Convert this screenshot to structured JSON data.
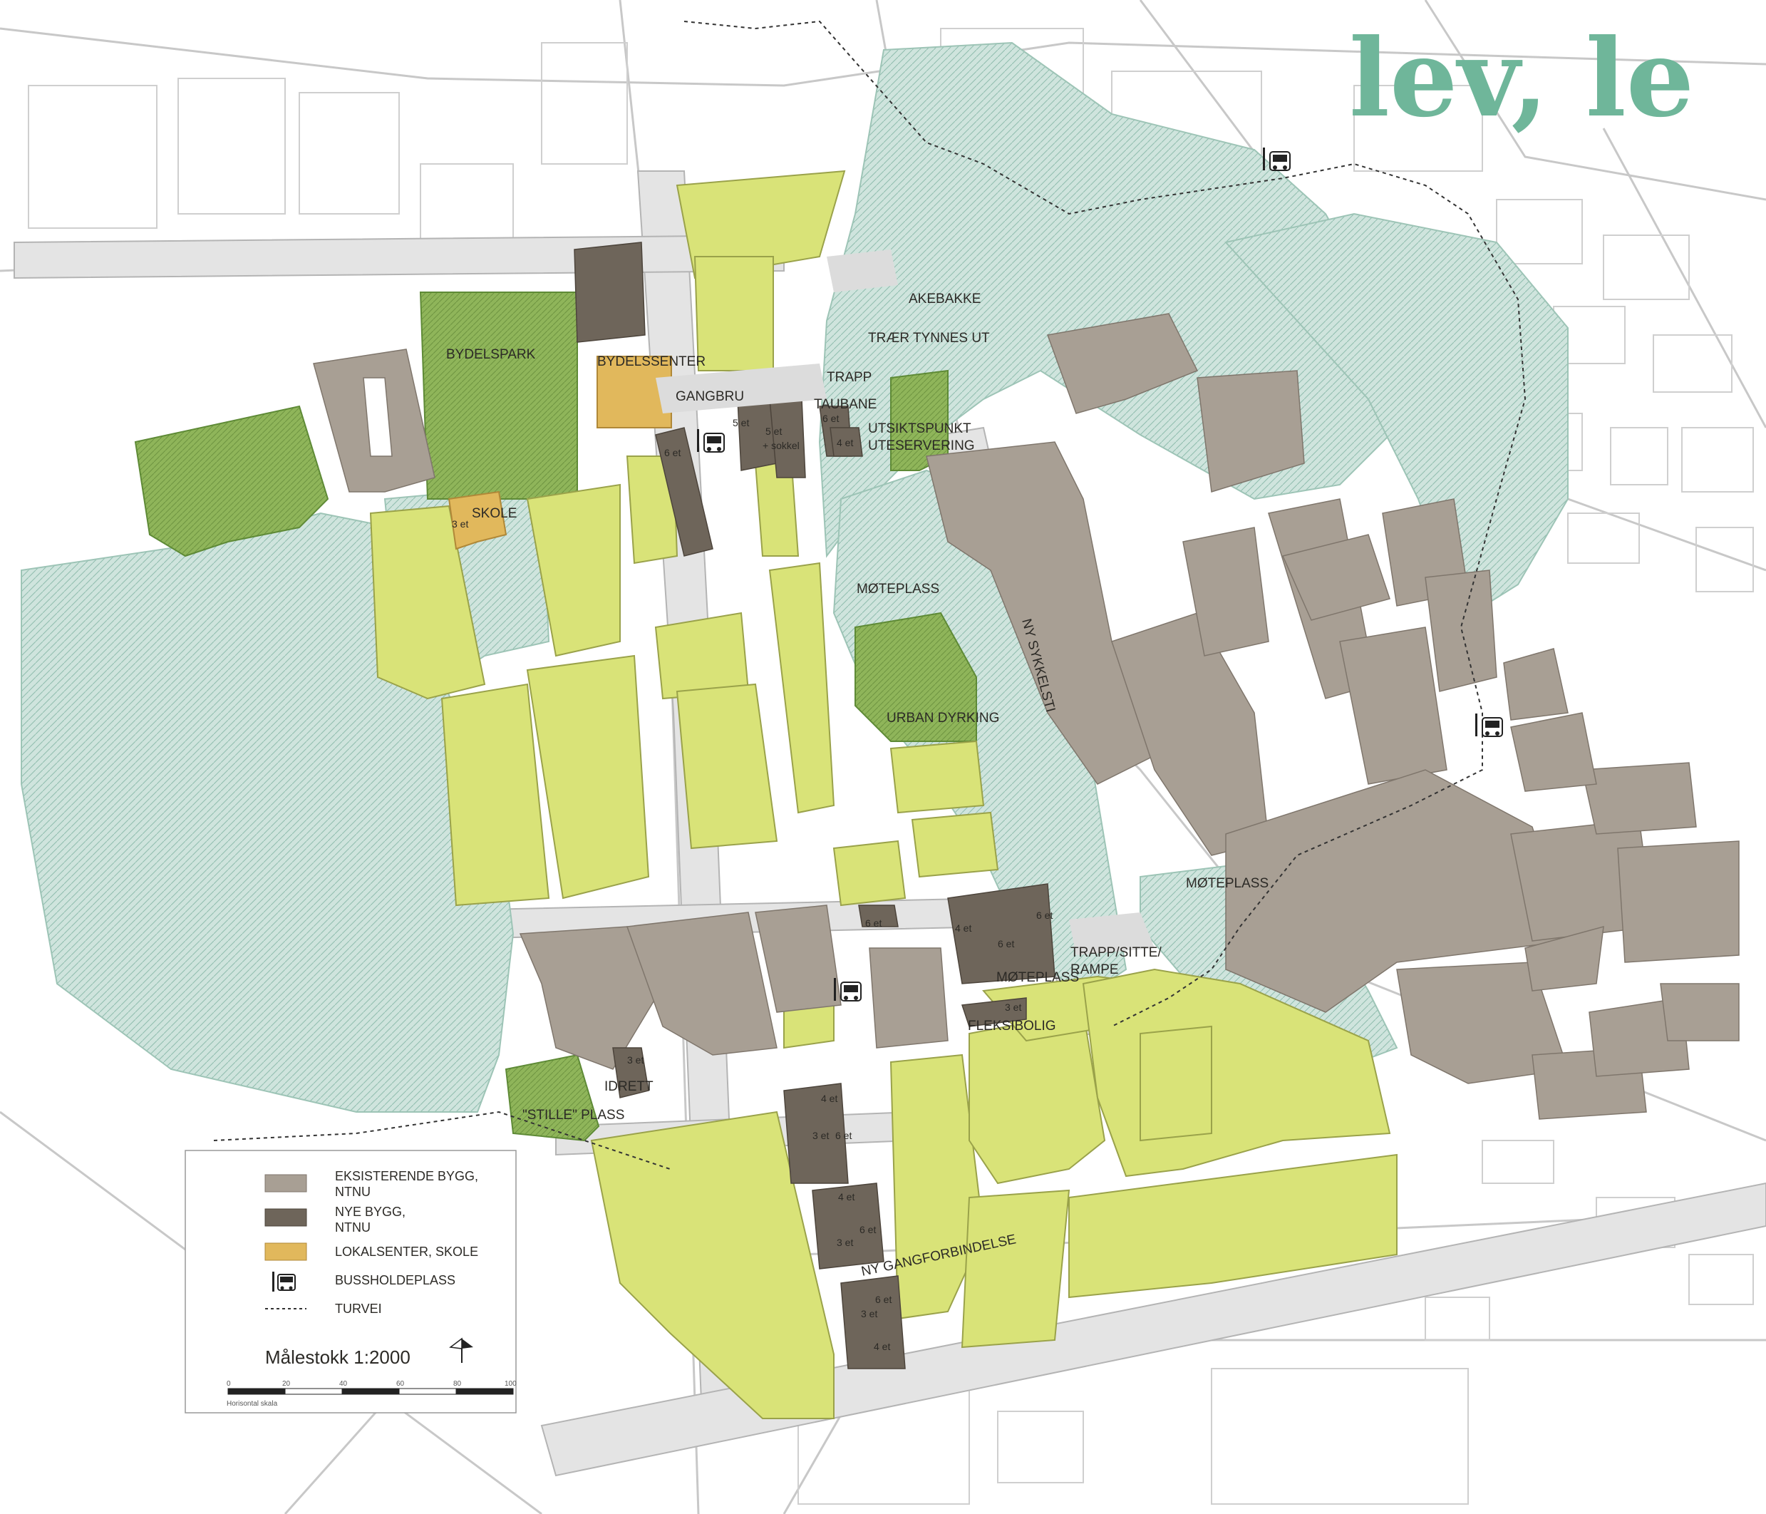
{
  "brand": {
    "text": "lev, le",
    "color": "#6fb69a"
  },
  "colors": {
    "existing": "#a89f94",
    "new": "#6e655a",
    "local_center": "#e1b85c",
    "residential": "#d9e378",
    "park": "#8fb55a",
    "greenery": "#cfe4dd",
    "roads": "#c4c4c4",
    "plaza": "#e6e6e6"
  },
  "labels": {
    "akebakke": "AKEBAKKE",
    "traer": "TRÆR TYNNES UT",
    "trapp": "TRAPP",
    "taubane": "TAUBANE",
    "bydelspark": "BYDELSPARK",
    "bydelssenter": "BYDELSSENTER",
    "gangbru": "GANGBRU",
    "utsiktspunkt": "UTSIKTSPUNKT",
    "uteservering": "UTESERVERING",
    "skole": "SKOLE",
    "moteplass1": "MØTEPLASS",
    "ny_sykkelsti": "NY SYKKELSTI",
    "urban_dyrking": "URBAN DYRKING",
    "moteplass2": "MØTEPLASS",
    "trapp_sitte": "TRAPP/SITTE/",
    "rampe": "RAMPE",
    "moteplass3": "MØTEPLASS",
    "fleksibolig": "FLEKSIBOLIG",
    "idrett": "IDRETT",
    "stille_plass": "\"STILLE\" PLASS",
    "ny_gangforbindelse": "NY GANGFORBINDELSE"
  },
  "floors": {
    "f1": "6 et",
    "f2": "5 et",
    "f3": "5 et",
    "f3b": "+ sokkel",
    "f4": "6 et",
    "f5": "4 et",
    "f6": "3 et",
    "f7": "6 et",
    "f8": "4 et",
    "f9": "6 et",
    "f10": "6 et",
    "f11": "3 et",
    "f12": "3 et",
    "f13": "4 et",
    "f14": "3 et",
    "f15": "6 et",
    "f16": "4 et",
    "f17": "6 et",
    "f18": "3 et",
    "f19": "6 et",
    "f20": "3 et",
    "f21": "4 et"
  },
  "legend": {
    "items": [
      {
        "line1": "EKSISTERENDE BYGG,",
        "line2": "NTNU"
      },
      {
        "line1": "NYE BYGG,",
        "line2": "NTNU"
      },
      {
        "line1": "LOKALSENTER, SKOLE",
        "line2": ""
      },
      {
        "line1": "BUSSHOLDEPLASS",
        "line2": ""
      },
      {
        "line1": "TURVEI",
        "line2": ""
      }
    ],
    "scale_title": "Målestokk 1:2000",
    "ticks": [
      "0",
      "20",
      "40",
      "60",
      "80",
      "100"
    ],
    "scale_caption": "Horisontal skala"
  }
}
